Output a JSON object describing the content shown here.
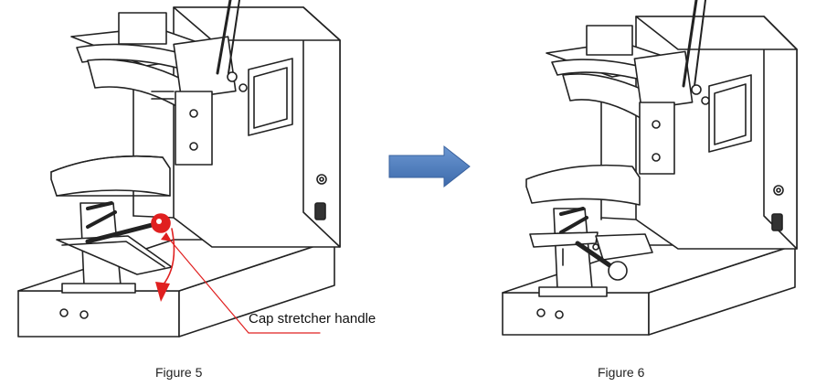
{
  "figures": [
    {
      "caption": "Figure 5",
      "callout": "Cap stretcher handle",
      "handle_state": "raised"
    },
    {
      "caption": "Figure 6",
      "handle_state": "lowered"
    }
  ],
  "colors": {
    "line": "#222222",
    "annotation": "#e02020",
    "transition_arrow": "#4a7cc0"
  },
  "icons": {
    "transition": "right-arrow-icon",
    "motion": "curved-down-arrow-icon"
  }
}
